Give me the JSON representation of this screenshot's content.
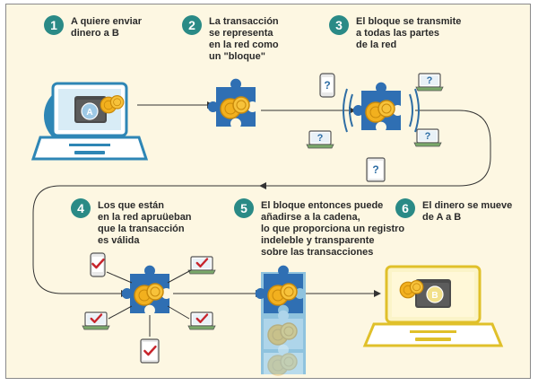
{
  "colors": {
    "background": "#fdf7e2",
    "step_badge": "#2a8a86",
    "laptop_blue": "#2e86b5",
    "laptop_yellow": "#e0c02a",
    "coin": "#f2b01e",
    "puzzle": "#2f6fb3",
    "check_red": "#c8252c",
    "device_green": "#6aa84f",
    "question_blue": "#2e6da4"
  },
  "steps": [
    {
      "number": "1",
      "lines": [
        "A quiere enviar",
        "dinero a B"
      ]
    },
    {
      "number": "2",
      "lines": [
        "La transacción",
        "se representa",
        "en la red como",
        "un \"bloque\""
      ]
    },
    {
      "number": "3",
      "lines": [
        "El bloque se transmite",
        "a todas las partes",
        "de la red"
      ]
    },
    {
      "number": "4",
      "lines": [
        "Los que están",
        "en la red apruüeban",
        "que la transacción",
        "es válida"
      ]
    },
    {
      "number": "5",
      "lines": [
        "El bloque entonces puede",
        "añadirse a la cadena,",
        "lo que proporciona un registro",
        "indeleble y transparente",
        "sobre las transacciones"
      ]
    },
    {
      "number": "6",
      "lines": [
        "El dinero se mueve",
        "de A a B"
      ]
    }
  ],
  "wallet_labels": {
    "sender": "A",
    "receiver": "B"
  },
  "question_mark": "?",
  "icons": {
    "sender_laptop": "laptop-icon",
    "receiver_laptop": "laptop-icon",
    "block": "puzzle-block-icon",
    "coins": "coin-stack-icon",
    "check": "checkmark-icon",
    "question": "question-icon"
  }
}
